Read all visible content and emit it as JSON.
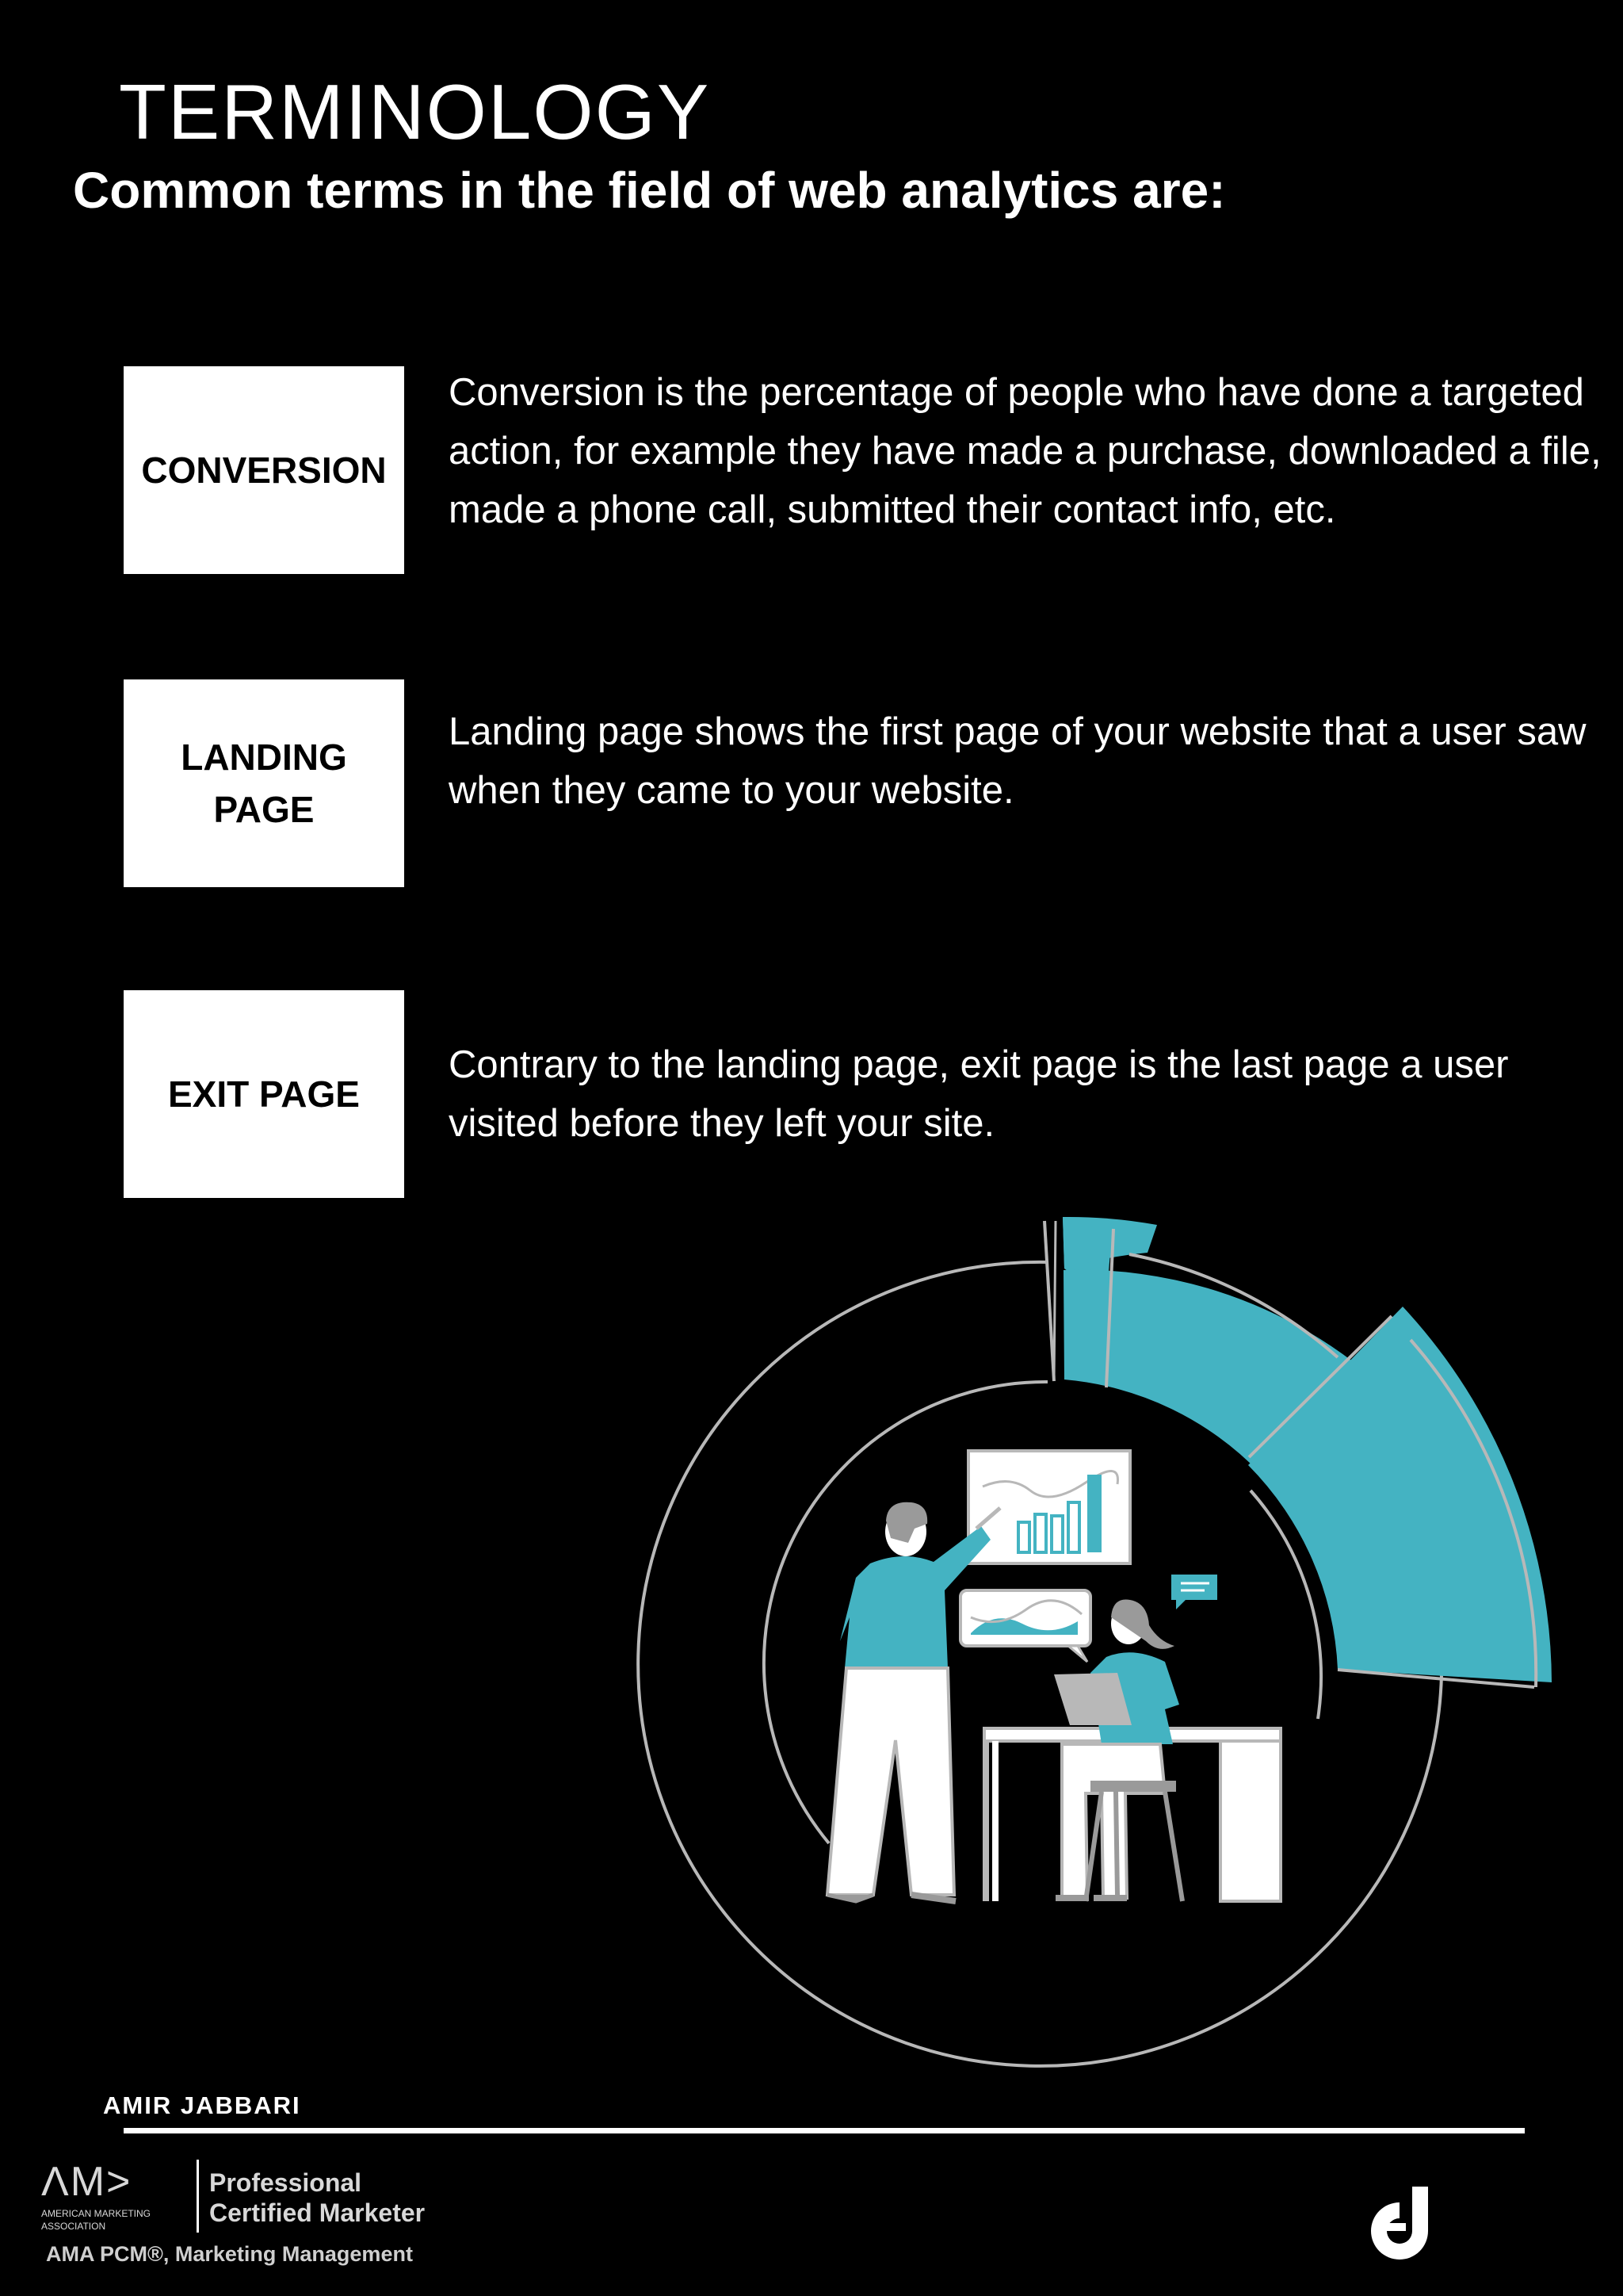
{
  "header": {
    "title": "TERMINOLOGY",
    "subtitle": "Common terms in the field of web analytics are:"
  },
  "terms": [
    {
      "lines": [
        "CONVERSION"
      ],
      "description": "Conversion is the percentage of people who have done a targeted action, for example they have made a purchase, downloaded a file, made a phone call, submitted their contact info, etc."
    },
    {
      "lines": [
        "LANDING",
        "PAGE"
      ],
      "description": "Landing page shows the first page of your website that a user saw when they came to your website."
    },
    {
      "lines": [
        "EXIT PAGE"
      ],
      "description": "Contrary to the landing page, exit page is the last page a user visited before they left your site."
    }
  ],
  "illustration": {
    "name": "analytics-team-illustration",
    "accent_color": "#44b3c2",
    "line_color": "#b8b8b8"
  },
  "footer": {
    "author": "AMIR JABBARI",
    "logo_name": "american-marketing-association-logo",
    "logo_text": "ΛM>",
    "logo_subtext": "AMERICAN MARKETING ASSOCIATION",
    "badge_line1": "Professional",
    "badge_line2": "Certified Marketer",
    "certification": "AMA PCM®, Marketing Management",
    "brand_mark": "aj-monogram-icon"
  }
}
